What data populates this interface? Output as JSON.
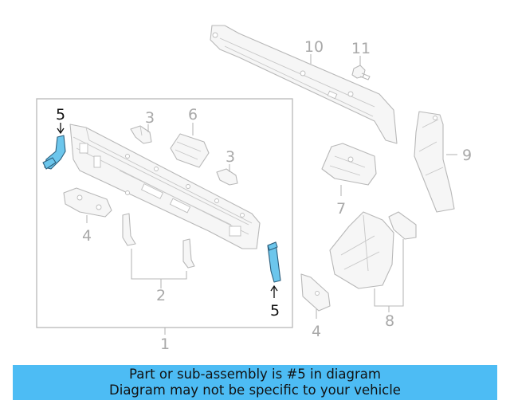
{
  "callouts": {
    "c1": "1",
    "c2": "2",
    "c3a": "3",
    "c3b": "3",
    "c4a": "4",
    "c4b": "4",
    "c5a": "5",
    "c5b": "5",
    "c6": "6",
    "c7": "7",
    "c8": "8",
    "c9": "9",
    "c10": "10",
    "c11": "11"
  },
  "highlighted_part": "5",
  "colors": {
    "highlight_fill": "#6cc6ec",
    "line_gray": "#b8b8b8",
    "banner_bg": "#4dbcf4"
  },
  "banner": {
    "line1": "Part or sub-assembly is #5 in diagram",
    "line2": "Diagram may not be specific to your vehicle"
  }
}
